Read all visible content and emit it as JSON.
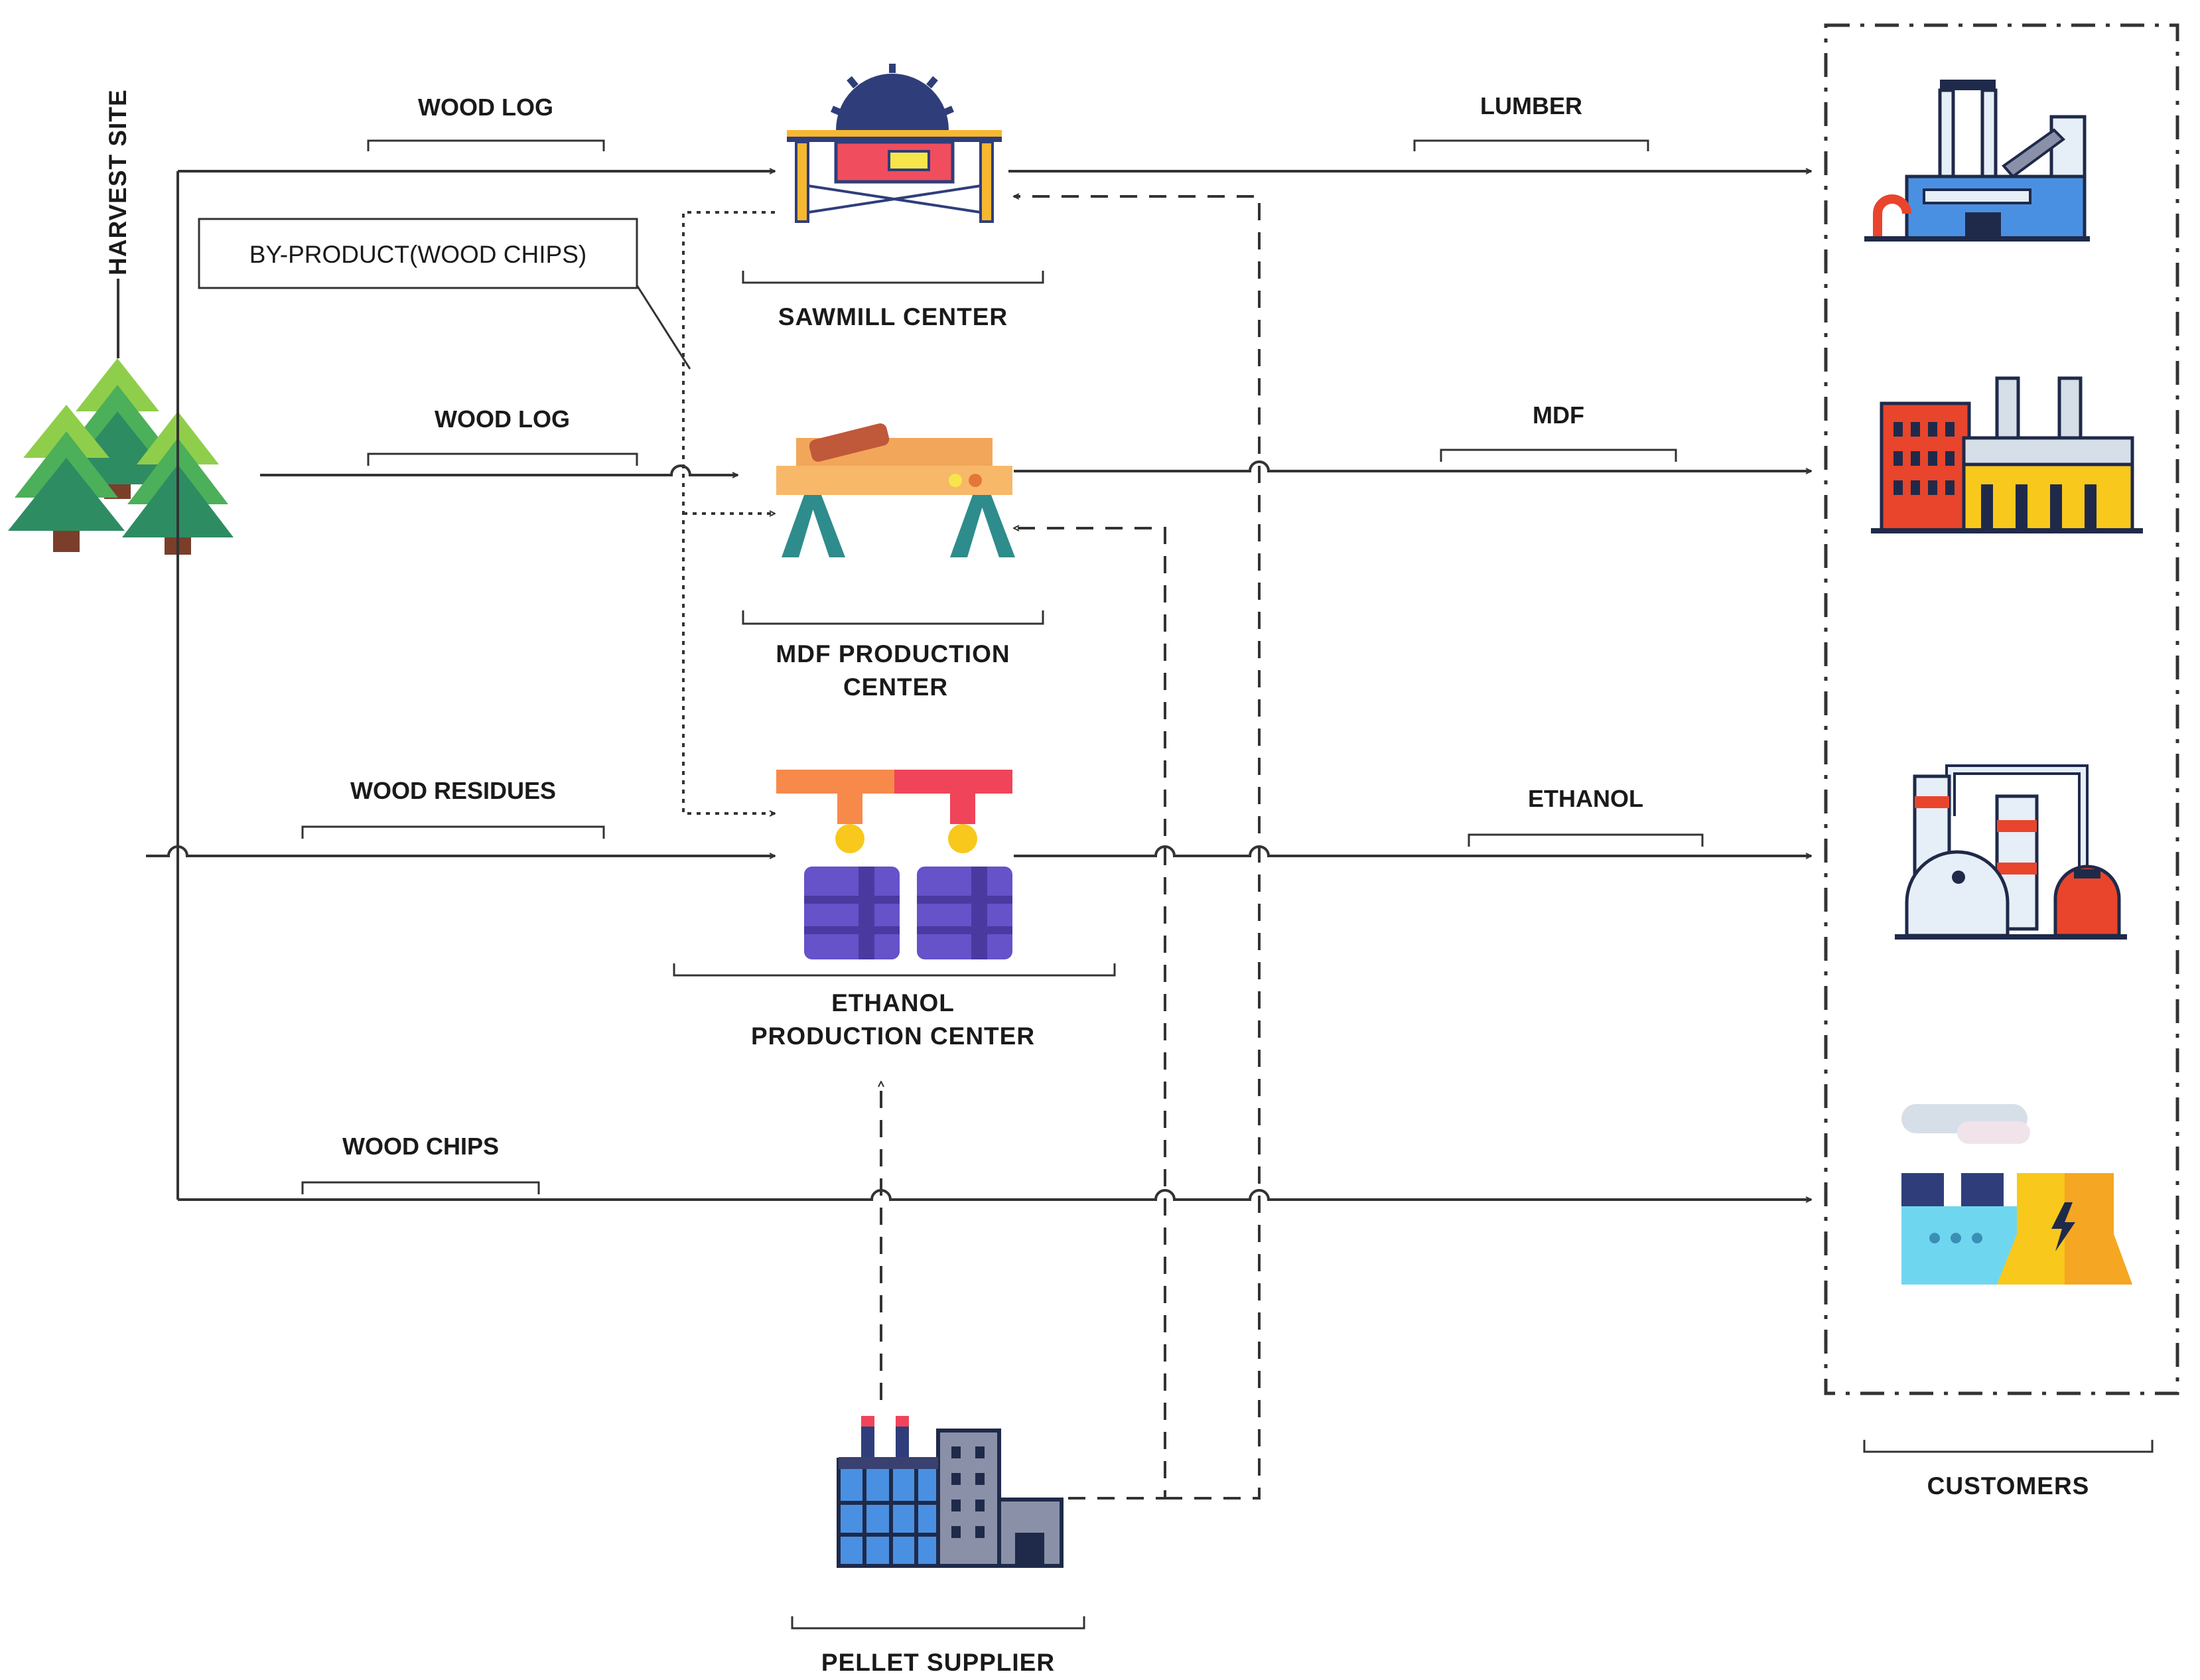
{
  "nodes": {
    "harvest_site": "HARVEST SITE",
    "sawmill": "SAWMILL CENTER",
    "mdf_line1": "MDF PRODUCTION",
    "mdf_line2": "CENTER",
    "ethanol_line1": "ETHANOL",
    "ethanol_line2": "PRODUCTION CENTER",
    "pellet_supplier": "PELLET SUPPLIER",
    "customers": "CUSTOMERS"
  },
  "flows": {
    "wood_log_1": "WOOD LOG",
    "wood_log_2": "WOOD LOG",
    "wood_residues": "WOOD RESIDUES",
    "wood_chips": "WOOD CHIPS",
    "lumber": "LUMBER",
    "mdf": "MDF",
    "ethanol": "ETHANOL"
  },
  "callout": "BY-PRODUCT(WOOD CHIPS)",
  "icons": {
    "harvest": "pine-trees-icon",
    "sawmill": "table-saw-icon",
    "mdf": "sawhorse-planks-icon",
    "ethanol": "fuel-barrels-icon",
    "pellet": "factory-building-icon",
    "customer_1": "steel-plant-icon",
    "customer_2": "brick-factory-icon",
    "customer_3": "refinery-icon",
    "customer_4": "power-plant-icon"
  },
  "colors": {
    "line": "#333333",
    "tree_light": "#8fce4a",
    "tree_mid": "#4caf5a",
    "tree_dark": "#2e8c63",
    "trunk": "#7a3e2a",
    "wood": "#f2a65a",
    "saw_red": "#f04e5e",
    "saw_blue": "#2f3e7a",
    "barrel": "#6652c9",
    "nozzle_orange": "#f78a4a",
    "nozzle_red": "#f0445a",
    "customer_blue": "#4a90e2",
    "customer_red": "#e8452c",
    "customer_yellow": "#f8c81c",
    "customer_cyan": "#6fd6ef"
  }
}
